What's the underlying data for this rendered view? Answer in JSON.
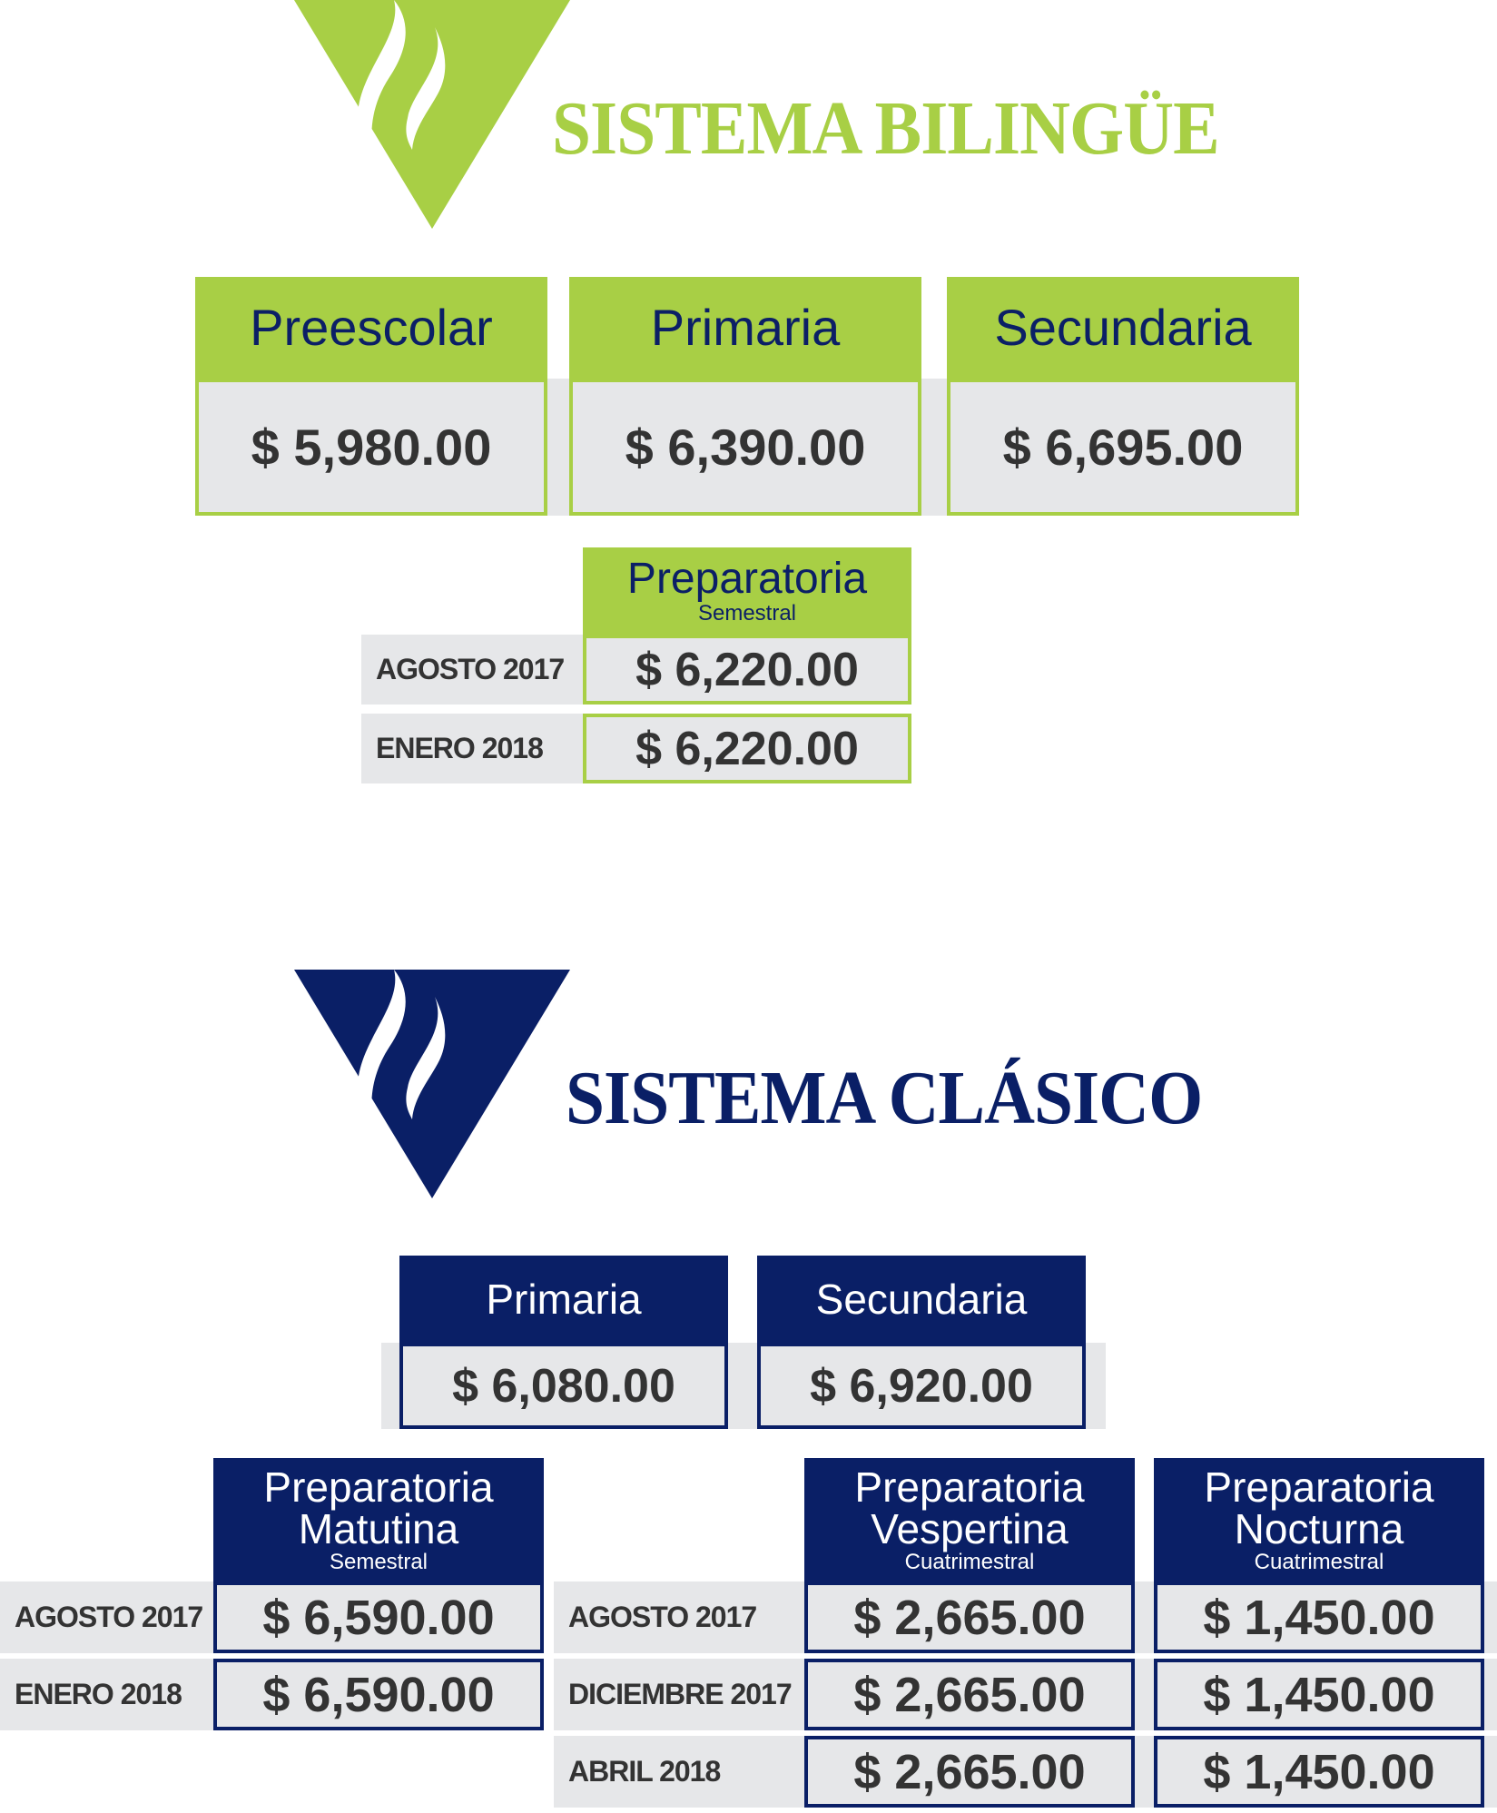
{
  "colors": {
    "green": "#a8cf45",
    "navy": "#0a1f66",
    "gray": "#e6e7e9",
    "text": "#333333"
  },
  "bilingue": {
    "title": "SISTEMA BILINGÜE",
    "levels": [
      {
        "name": "Preescolar",
        "price": "$ 5,980.00"
      },
      {
        "name": "Primaria",
        "price": "$ 6,390.00"
      },
      {
        "name": "Secundaria",
        "price": "$ 6,695.00"
      }
    ],
    "preparatoria": {
      "name": "Preparatoria",
      "period": "Semestral",
      "rows": [
        {
          "label": "AGOSTO 2017",
          "price": "$ 6,220.00"
        },
        {
          "label": "ENERO 2018",
          "price": "$ 6,220.00"
        }
      ]
    }
  },
  "clasico": {
    "title": "SISTEMA CLÁSICO",
    "levels": [
      {
        "name": "Primaria",
        "price": "$ 6,080.00"
      },
      {
        "name": "Secundaria",
        "price": "$ 6,920.00"
      }
    ],
    "matutina": {
      "name1": "Preparatoria",
      "name2": "Matutina",
      "period": "Semestral",
      "rows": [
        {
          "label": "AGOSTO 2017",
          "price": "$ 6,590.00"
        },
        {
          "label": "ENERO 2018",
          "price": "$ 6,590.00"
        }
      ]
    },
    "vespertina": {
      "name1": "Preparatoria",
      "name2": "Vespertina",
      "period": "Cuatrimestral",
      "prices": [
        "$ 2,665.00",
        "$ 2,665.00",
        "$ 2,665.00"
      ]
    },
    "nocturna": {
      "name1": "Preparatoria",
      "name2": "Nocturna",
      "period": "Cuatrimestral",
      "prices": [
        "$ 1,450.00",
        "$ 1,450.00",
        "$ 1,450.00"
      ]
    },
    "row_labels": [
      "AGOSTO 2017",
      "DICIEMBRE 2017",
      "ABRIL 2018"
    ]
  }
}
